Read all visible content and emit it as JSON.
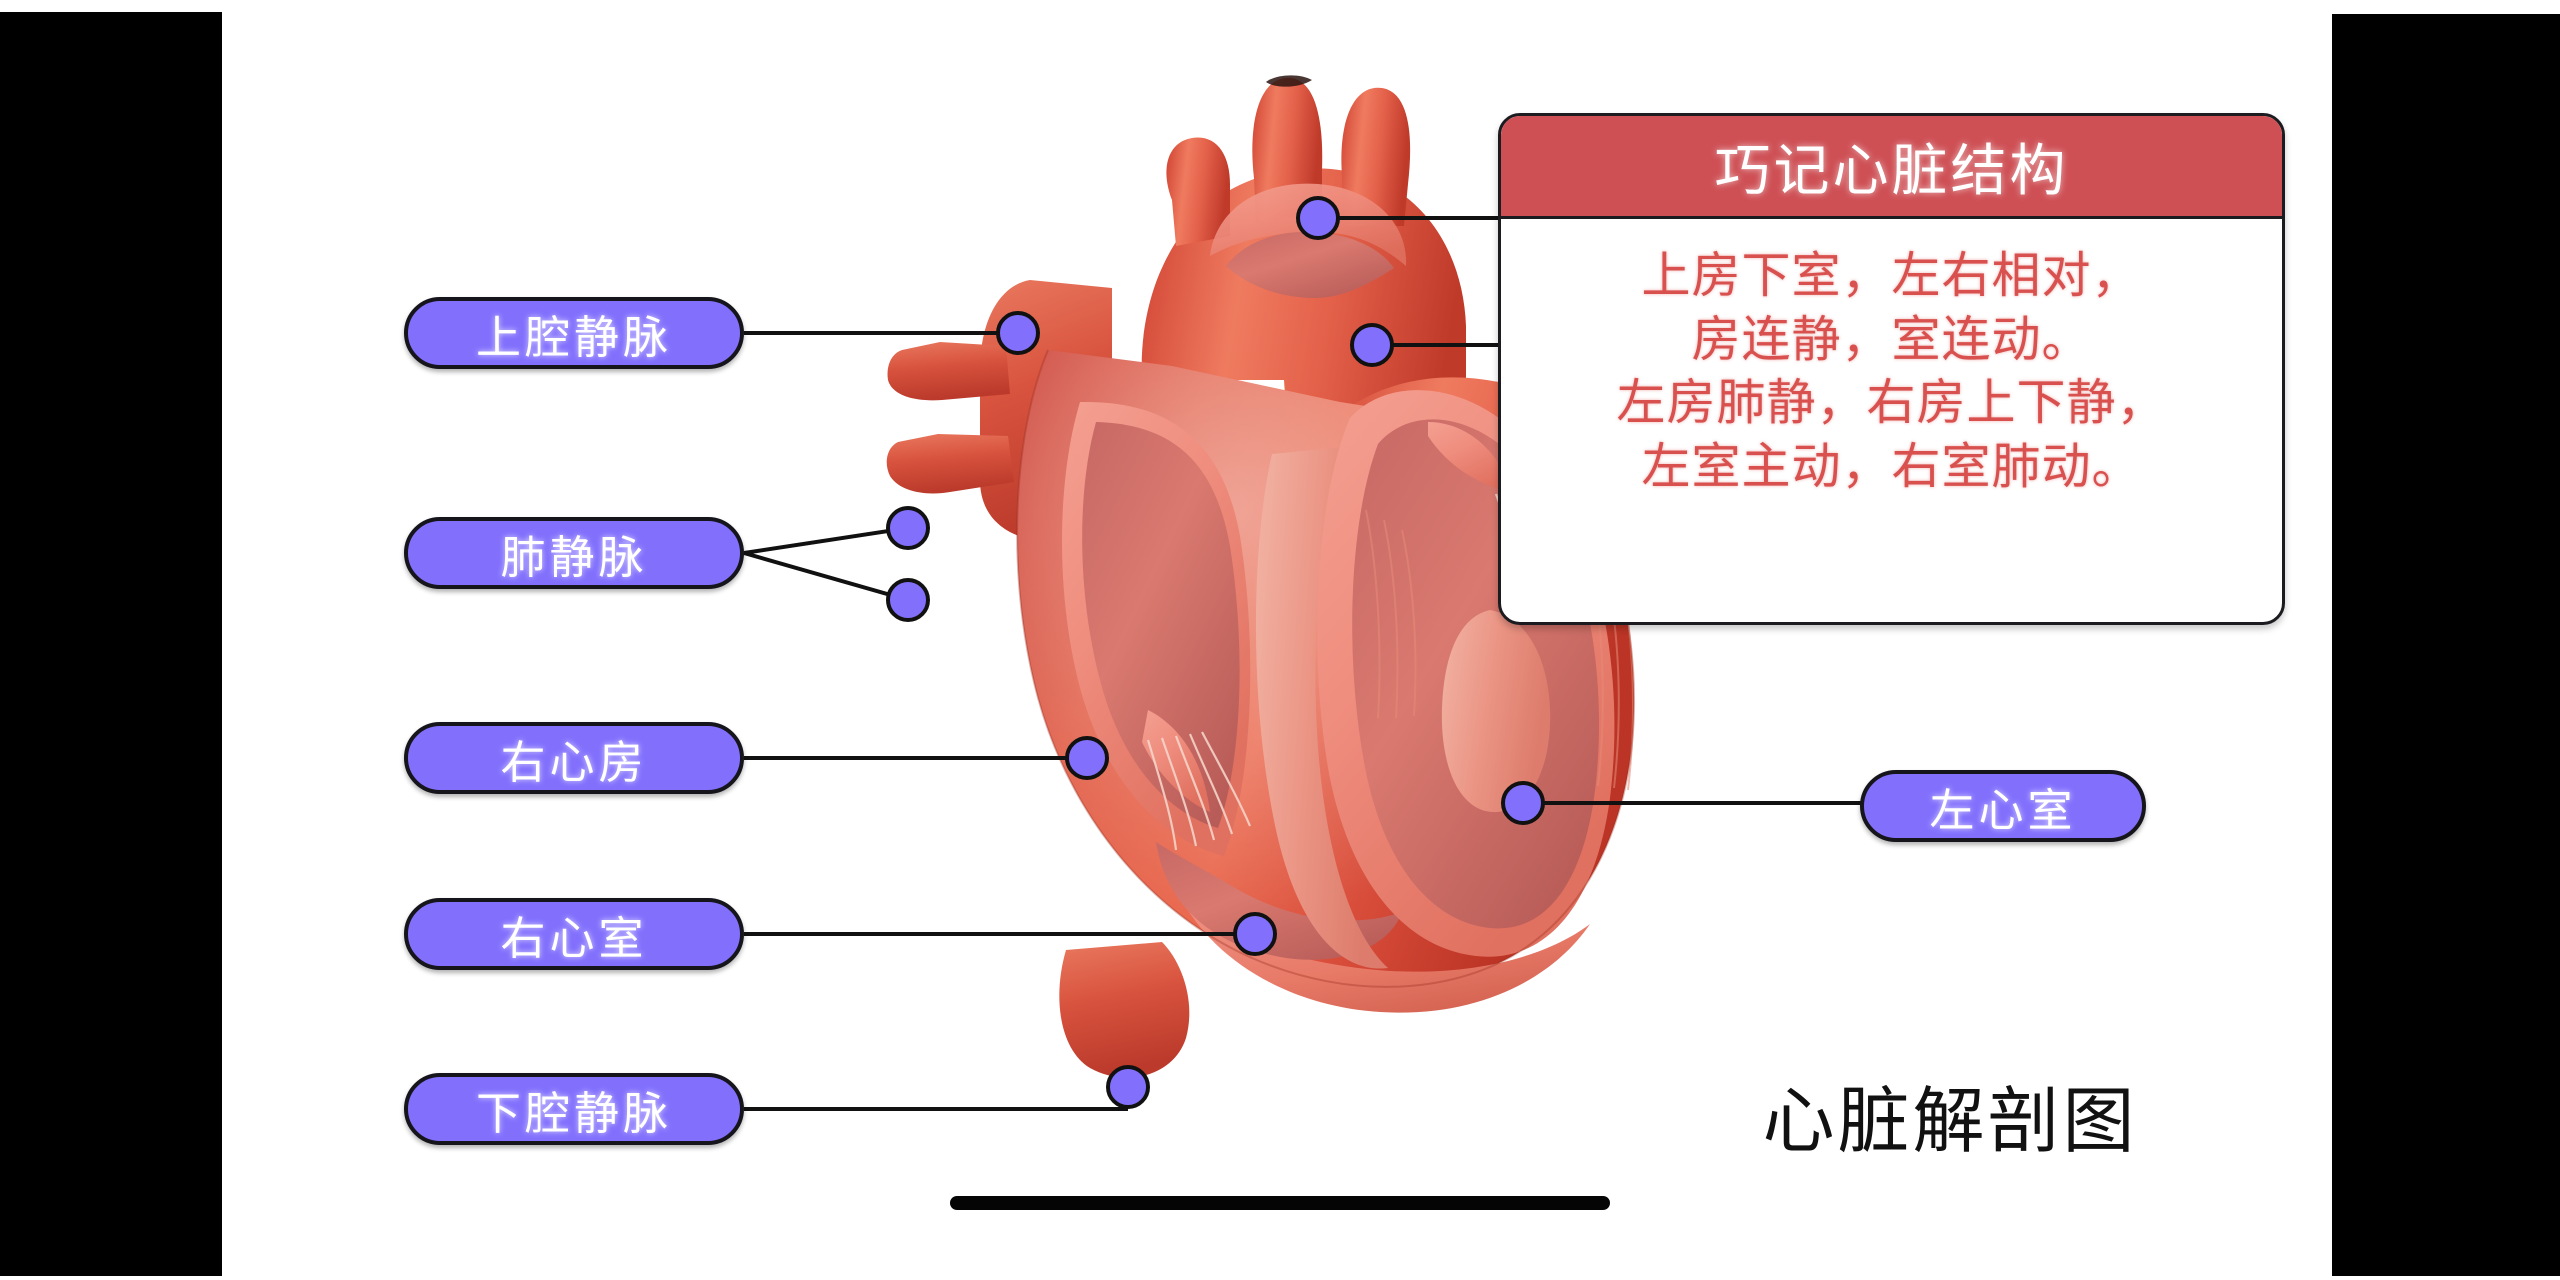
{
  "page": {
    "background_color": "#ffffff",
    "letterbox_color": "#000000",
    "accent_purple": "#8270fd",
    "accent_red": "#ce5055",
    "rhyme_text_color": "#d9514f",
    "caption": "心脏解剖图"
  },
  "labels": [
    {
      "id": "svc",
      "text": "上腔静脉"
    },
    {
      "id": "pv",
      "text": "肺静脉"
    },
    {
      "id": "ra",
      "text": "右心房"
    },
    {
      "id": "rv",
      "text": "右心室"
    },
    {
      "id": "ivc",
      "text": "下腔静脉"
    },
    {
      "id": "lv",
      "text": "左心室"
    }
  ],
  "card": {
    "title": "巧记心脏结构",
    "lines": [
      "上房下室，左右相对，",
      "房连静，室连动。",
      "左房肺静，右房上下静，",
      "左室主动，右室肺动。"
    ]
  },
  "diagram": {
    "subject": "heart-anatomy-cross-section",
    "marker_count": 8,
    "marker_color": "#8270fd",
    "marker_outline_color": "#111111",
    "connector_color": "#111111"
  }
}
